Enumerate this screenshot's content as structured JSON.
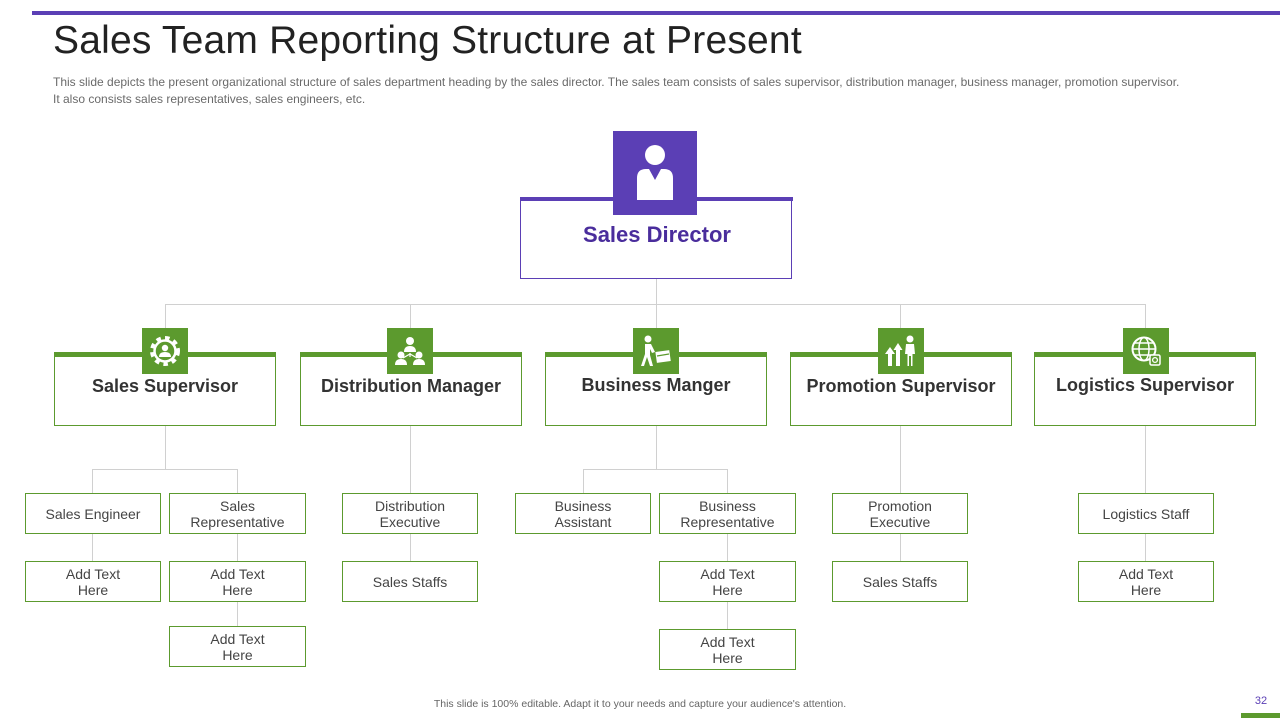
{
  "title": "Sales Team Reporting Structure at Present",
  "description": "This slide depicts the present organizational structure of sales department heading by the sales director. The sales team consists of sales supervisor, distribution manager, business manager, promotion supervisor. It also consists sales representatives, sales engineers, etc.",
  "director": {
    "label": "Sales Director",
    "icon": "person-icon"
  },
  "managers": [
    {
      "label": "Sales Supervisor",
      "icon": "gear-icon"
    },
    {
      "label": "Distribution Manager",
      "icon": "team-icon"
    },
    {
      "label": "Business Manger",
      "icon": "delivery-man-icon"
    },
    {
      "label": "Promotion Supervisor",
      "icon": "growth-people-icon"
    },
    {
      "label": "Logistics Supervisor",
      "icon": "globe-icon"
    }
  ],
  "subs": [
    {
      "label": "Sales Engineer"
    },
    {
      "label": "Sales Representative"
    },
    {
      "label": "Add Text Here"
    },
    {
      "label": "Add Text Here"
    },
    {
      "label": "Add Text Here"
    },
    {
      "label": "Distribution Executive"
    },
    {
      "label": "Sales Staffs"
    },
    {
      "label": "Business Assistant"
    },
    {
      "label": "Business Representative"
    },
    {
      "label": "Add Text Here"
    },
    {
      "label": "Add Text Here"
    },
    {
      "label": "Promotion Executive"
    },
    {
      "label": "Sales Staffs"
    },
    {
      "label": "Logistics Staff"
    },
    {
      "label": "Add Text Here"
    }
  ],
  "footer": "This slide is 100% editable. Adapt it to your needs and capture your audience's attention.",
  "page_number": "32",
  "colors": {
    "purple": "#5b3fb5",
    "green": "#5c9a2e"
  }
}
